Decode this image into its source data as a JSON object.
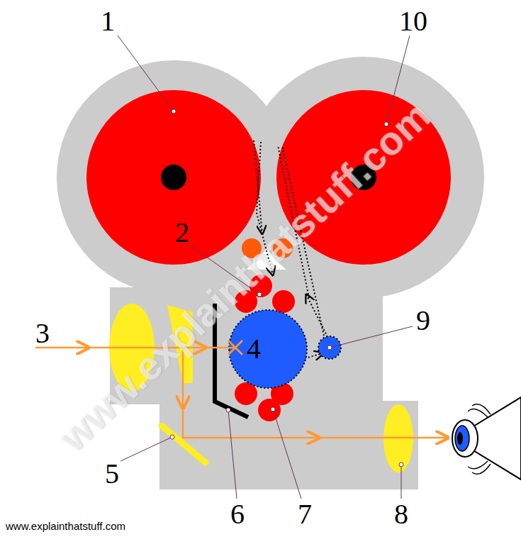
{
  "diagram": {
    "labels": [
      "1",
      "10",
      "2",
      "3",
      "4",
      "9",
      "5",
      "6",
      "7",
      "8",
      "www.explainthatstuff.com",
      "www.explainthatstuff.com"
    ]
  }
}
